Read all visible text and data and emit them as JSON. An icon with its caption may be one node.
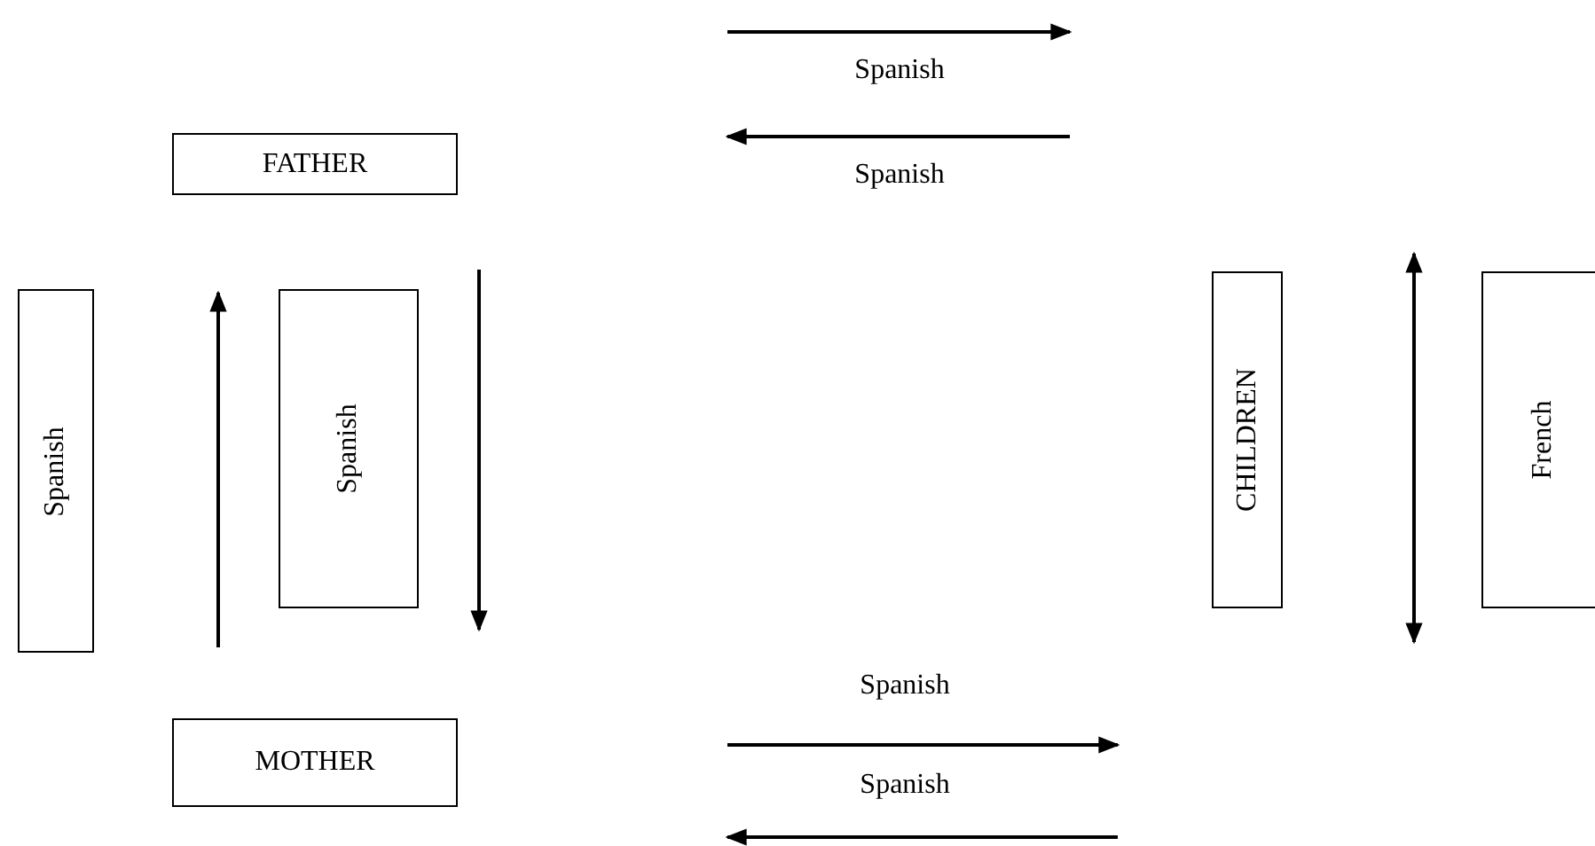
{
  "diagram": {
    "nodes": [
      {
        "text": [
          "FATHER"
        ]
      },
      {
        "text": [
          "Spanish"
        ]
      },
      {
        "text": [
          "Spanish"
        ]
      },
      {
        "text": [
          "CHILDREN"
        ]
      },
      {
        "text": [
          "French"
        ]
      },
      {
        "text": [
          "MOTHER"
        ]
      }
    ],
    "labels": [
      "Spanish",
      "Spanish",
      "Spanish",
      "Spanish"
    ]
  }
}
